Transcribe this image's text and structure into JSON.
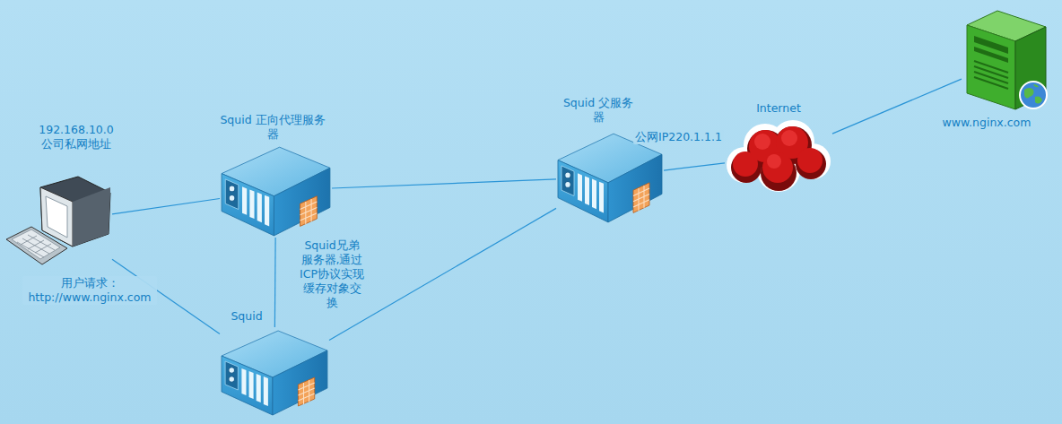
{
  "diagram": {
    "nodes": [
      {
        "text": [
          "192.168.10.0 公司私网地址",
          "用户请求： http://www.nginx.com"
        ]
      },
      {
        "text": [
          "Squid 正向代理服务器"
        ]
      },
      {
        "text": [
          "Squid 父服务器",
          "公网IP220.1.1.1"
        ]
      },
      {
        "text": [
          "Internet"
        ]
      },
      {
        "text": [
          "www.nginx.com"
        ]
      },
      {
        "text": [
          "Squid"
        ]
      }
    ],
    "edges": [
      {
        "from": 0,
        "to": 1,
        "arrow": "none"
      },
      {
        "from": 1,
        "to": 2,
        "arrow": "none"
      },
      {
        "from": 2,
        "to": 3,
        "arrow": "none"
      },
      {
        "from": 3,
        "to": 4,
        "arrow": "none"
      },
      {
        "from": 1,
        "to": 5,
        "arrow": "none"
      },
      {
        "from": 0,
        "to": 5,
        "arrow": "none"
      },
      {
        "from": 5,
        "to": 2,
        "arrow": "none"
      }
    ],
    "labels": [
      "Squid兄弟服务器,通过ICP协议实现缓存对象交换"
    ]
  }
}
